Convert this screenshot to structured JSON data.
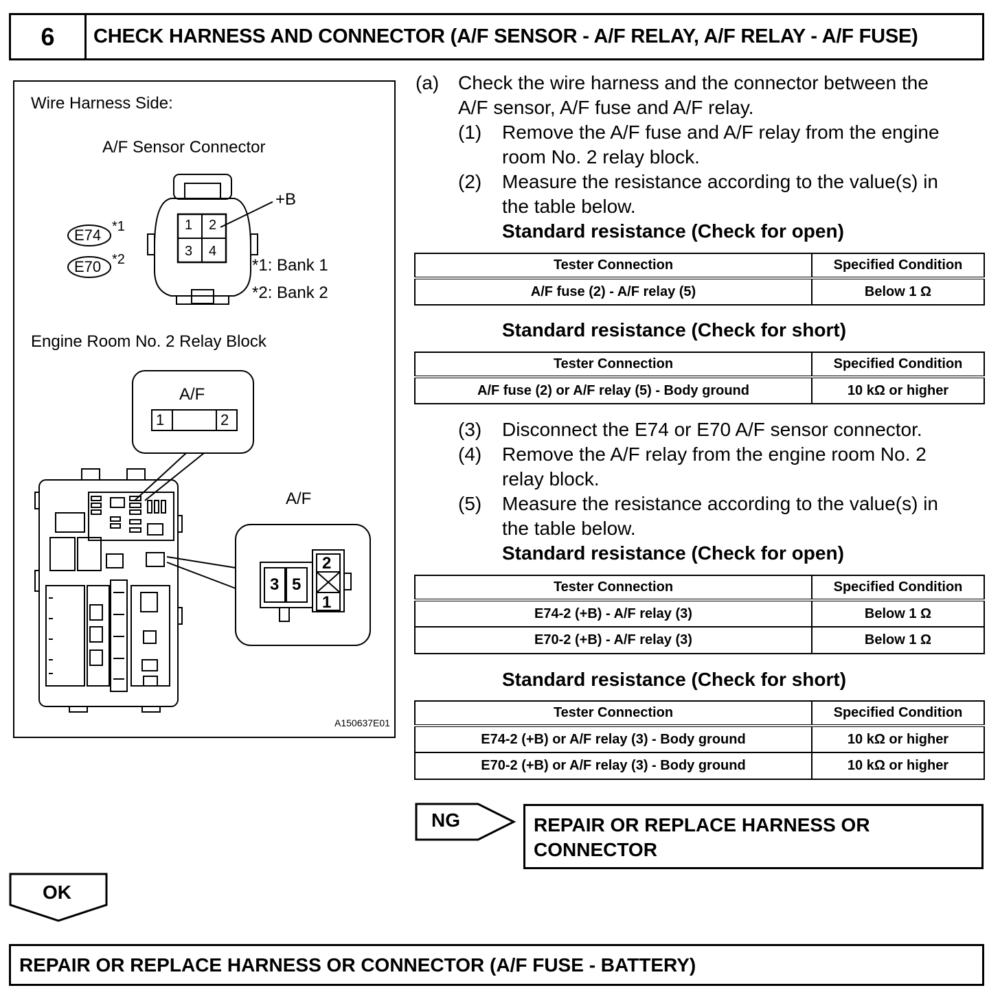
{
  "step": {
    "number": "6",
    "title": "CHECK HARNESS AND CONNECTOR (A/F SENSOR - A/F RELAY, A/F RELAY - A/F FUSE)"
  },
  "figure": {
    "wire_harness_side": "Wire Harness Side:",
    "sensor_connector_title": "A/F Sensor Connector",
    "plus_b": "+B",
    "pins": [
      "1",
      "2",
      "3",
      "4"
    ],
    "e74": "E74",
    "e70": "E70",
    "mark1": "*1",
    "mark2": "*2",
    "bank1": "*1: Bank 1",
    "bank2": "*2: Bank 2",
    "relay_block_title": "Engine Room No. 2 Relay Block",
    "fuse_label": "A/F",
    "fuse_pins": [
      "1",
      "2"
    ],
    "relay_label": "A/F",
    "relay_pins": [
      "3",
      "5",
      "2",
      "1"
    ],
    "figure_code": "A150637E01"
  },
  "instructions": {
    "a_label": "(a)",
    "a_line1": "Check the wire harness and the connector between the",
    "a_line2": "A/F sensor, A/F fuse and A/F relay.",
    "s1_label": "(1)",
    "s1_line1": "Remove the A/F fuse and A/F relay from the engine",
    "s1_line2": "room No. 2 relay block.",
    "s2_label": "(2)",
    "s2_line1": "Measure the resistance according to the value(s) in",
    "s2_line2": "the table below.",
    "std_open_1": "Standard resistance (Check for open)",
    "std_short_1": "Standard resistance (Check for short)",
    "s3_label": "(3)",
    "s3_line1": "Disconnect the E74 or E70 A/F sensor connector.",
    "s4_label": "(4)",
    "s4_line1": "Remove the A/F relay from the engine room No. 2",
    "s4_line2": "relay block.",
    "s5_label": "(5)",
    "s5_line1": "Measure the resistance according to the value(s) in",
    "s5_line2": "the table below.",
    "std_open_2": "Standard resistance (Check for open)",
    "std_short_2": "Standard resistance (Check for short)"
  },
  "tables": {
    "header": {
      "col1": "Tester Connection",
      "col2": "Specified Condition"
    },
    "open1": [
      {
        "conn": "A/F fuse (2) - A/F relay (5)",
        "cond": "Below 1 Ω"
      }
    ],
    "short1": [
      {
        "conn": "A/F fuse (2) or A/F relay (5) - Body ground",
        "cond": "10 kΩ or higher"
      }
    ],
    "open2": [
      {
        "conn": "E74-2 (+B) - A/F relay (3)",
        "cond": "Below 1 Ω"
      },
      {
        "conn": "E70-2 (+B) - A/F relay (3)",
        "cond": "Below 1 Ω"
      }
    ],
    "short2": [
      {
        "conn": "E74-2 (+B) or A/F relay (3) - Body ground",
        "cond": "10 kΩ or higher"
      },
      {
        "conn": "E70-2 (+B) or A/F relay (3) - Body ground",
        "cond": "10 kΩ or higher"
      }
    ]
  },
  "result": {
    "ng_label": "NG",
    "ng_action_line1": "REPAIR OR REPLACE HARNESS OR",
    "ng_action_line2": "CONNECTOR",
    "ok_label": "OK",
    "final_action": "REPAIR OR REPLACE HARNESS OR CONNECTOR (A/F FUSE - BATTERY)"
  }
}
